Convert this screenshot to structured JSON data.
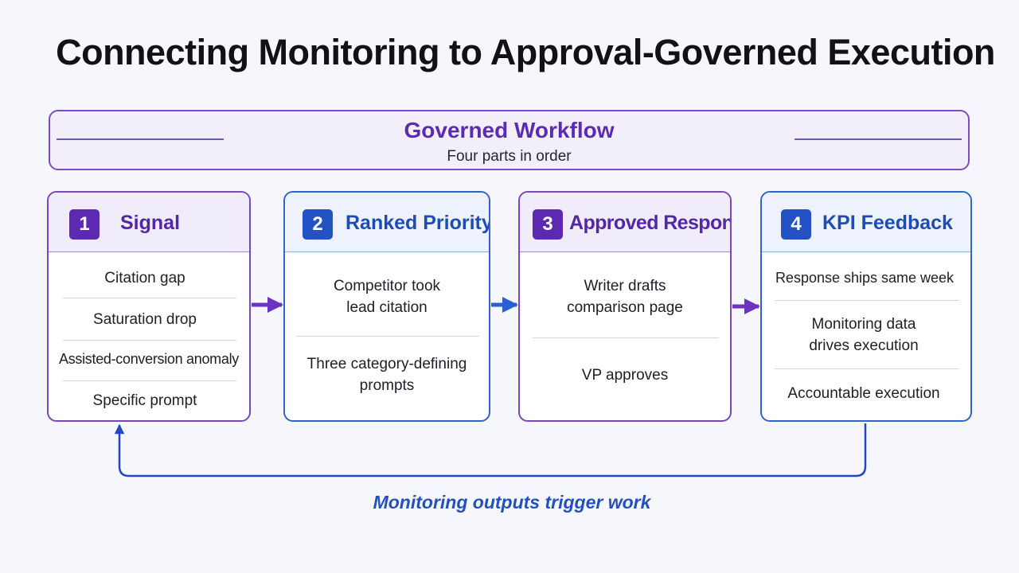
{
  "title": "Connecting Monitoring to Approval-Governed Execution",
  "banner": {
    "title": "Governed Workflow",
    "subtitle": "Four parts in order"
  },
  "steps": [
    {
      "number": "1",
      "title": "Signal",
      "items": [
        "Citation gap",
        "Saturation drop",
        "Assisted-conversion anomaly",
        "Specific prompt"
      ]
    },
    {
      "number": "2",
      "title": "Ranked Priority",
      "items": [
        "Competitor took lead citation",
        "Three category-defining prompts"
      ]
    },
    {
      "number": "3",
      "title": "Approved Response",
      "items": [
        "Writer drafts comparison page",
        "VP approves"
      ]
    },
    {
      "number": "4",
      "title": "KPI Feedback",
      "items": [
        "Response ships same week",
        "Monitoring data drives execution",
        "Accountable execution"
      ]
    }
  ],
  "feedback_caption": "Monitoring outputs trigger work",
  "colors": {
    "purple": "#5b2ab0",
    "blue": "#2252c4",
    "background": "#f6f7fc"
  }
}
